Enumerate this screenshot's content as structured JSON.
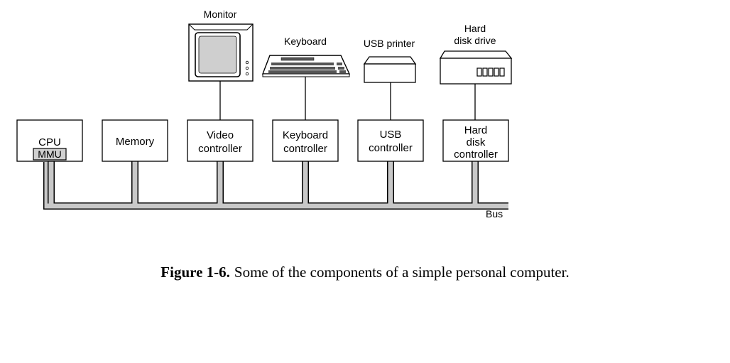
{
  "devices": {
    "monitor": "Monitor",
    "keyboard": "Keyboard",
    "usb_printer": "USB printer",
    "hard_disk_drive": [
      "Hard",
      "disk drive"
    ]
  },
  "components": {
    "cpu": "CPU",
    "mmu": "MMU",
    "memory": "Memory",
    "video_controller": [
      "Video",
      "controller"
    ],
    "keyboard_controller": [
      "Keyboard",
      "controller"
    ],
    "usb_controller": [
      "USB",
      "controller"
    ],
    "hard_disk_controller": [
      "Hard",
      "disk",
      "controller"
    ]
  },
  "bus_label": "Bus",
  "caption": {
    "label": "Figure 1-6.",
    "text": "Some of the components of a simple personal computer."
  },
  "colors": {
    "bus": "#c8c8c8",
    "stroke": "#000000"
  }
}
